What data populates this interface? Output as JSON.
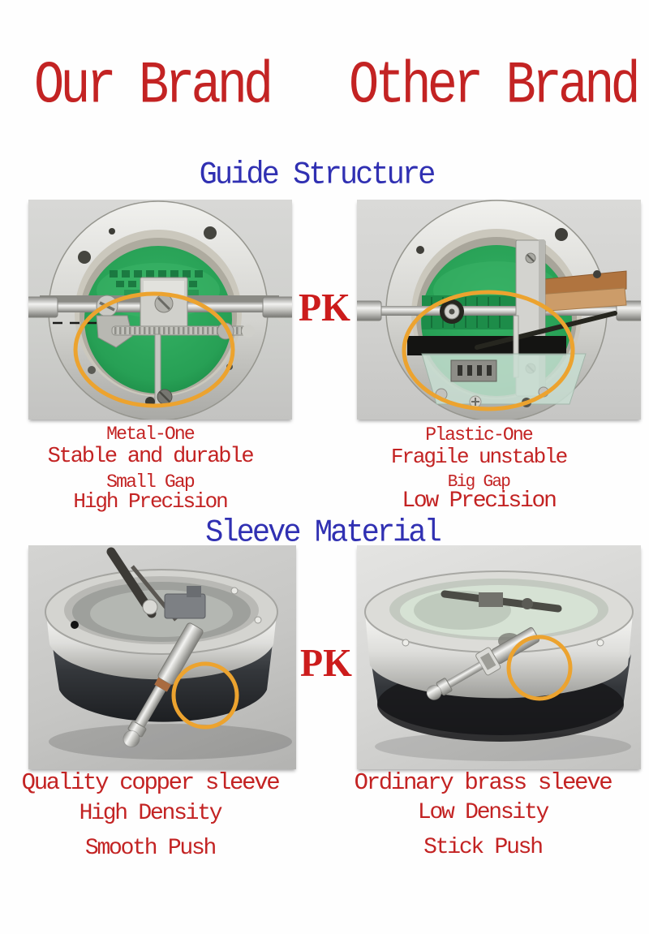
{
  "title": {
    "left": "Our Brand",
    "right": "Other Brand"
  },
  "guide": {
    "header": "Guide Structure",
    "pk": "PK",
    "left": [
      "Metal-One",
      "Stable and durable",
      "Small Gap",
      "High Precision"
    ],
    "right": [
      "Plastic-One",
      "Fragile unstable",
      "Big Gap",
      "Low Precision"
    ]
  },
  "sleeve": {
    "header": "Sleeve Material",
    "pk": "PK",
    "left": [
      "Quality copper sleeve",
      "High Density",
      "Smooth Push"
    ],
    "right": [
      "Ordinary brass sleeve",
      "Low Density",
      "Stick Push"
    ]
  },
  "colors": {
    "red": "#c32323",
    "blue": "#3030b2",
    "orange": "#eca32f"
  }
}
